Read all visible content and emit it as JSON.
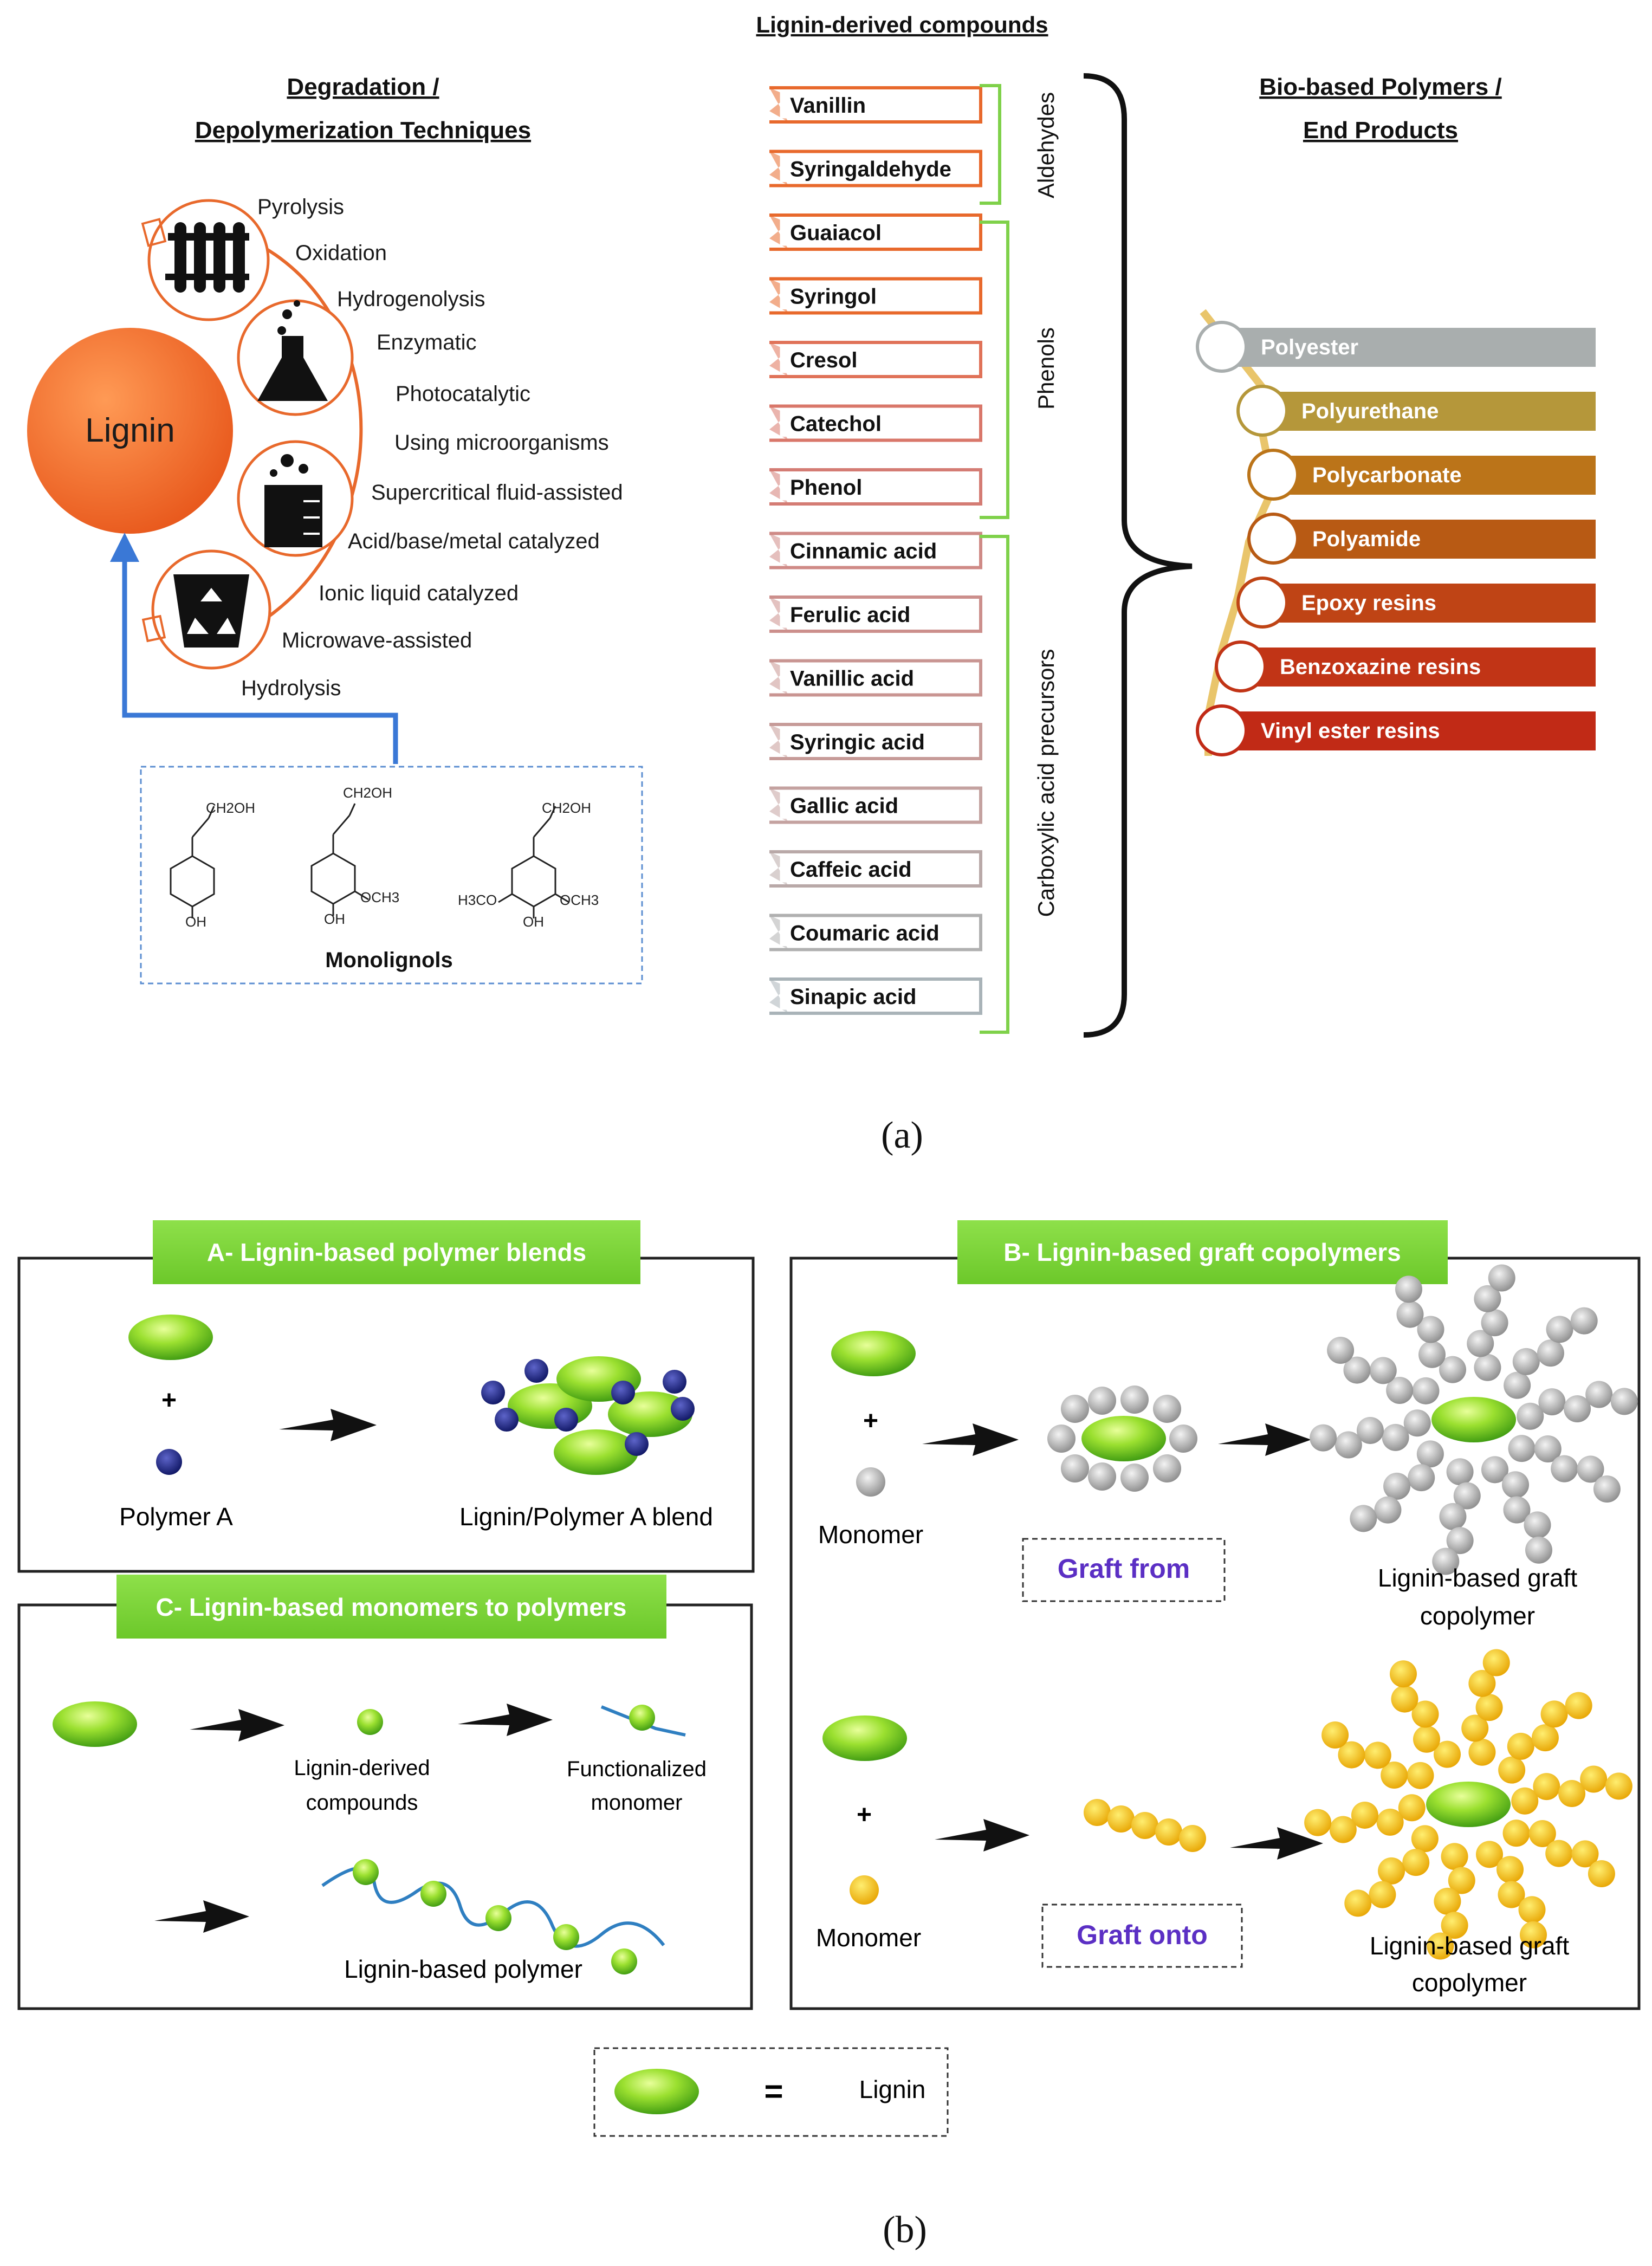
{
  "figure_a": {
    "top_title": "Lignin-derived compounds",
    "left_title_line1": "Degradation /",
    "left_title_line2": "Depolymerization Techniques",
    "right_title_line1": "Bio-based Polymers /",
    "right_title_line2": "End Products",
    "lignin_label": "Lignin",
    "techniques": [
      "Pyrolysis",
      "Oxidation",
      "Hydrogenolysis",
      "Enzymatic",
      "Photocatalytic",
      "Using microorganisms",
      "Supercritical fluid-assisted",
      "Acid/base/metal catalyzed",
      "Ionic liquid catalyzed",
      "Microwave-assisted",
      "Hydrolysis"
    ],
    "monolignols_label": "Monolignols",
    "monolignol_groups": {
      "ch2oh": "CH2OH",
      "oh": "OH",
      "och3": "OCH3",
      "h3co": "H3CO"
    },
    "compounds": [
      {
        "name": "Vanillin",
        "color": "#e8692c"
      },
      {
        "name": "Syringaldehyde",
        "color": "#e8692c"
      },
      {
        "name": "Guaiacol",
        "color": "#e8692c"
      },
      {
        "name": "Syringol",
        "color": "#e8692c"
      },
      {
        "name": "Cresol",
        "color": "#e07258"
      },
      {
        "name": "Catechol",
        "color": "#d9776a"
      },
      {
        "name": "Phenol",
        "color": "#d47c74"
      },
      {
        "name": "Cinnamic acid",
        "color": "#cf8a86"
      },
      {
        "name": "Ferulic acid",
        "color": "#cc8f8c"
      },
      {
        "name": "Vanillic acid",
        "color": "#c99592"
      },
      {
        "name": "Syringic acid",
        "color": "#c69b98"
      },
      {
        "name": "Gallic acid",
        "color": "#c4a2a0"
      },
      {
        "name": "Caffeic acid",
        "color": "#b9a9a8"
      },
      {
        "name": "Coumaric acid",
        "color": "#b0b0b0"
      },
      {
        "name": "Sinapic acid",
        "color": "#a9b3b8"
      }
    ],
    "groups": [
      "Aldehydes",
      "Phenols",
      "Carboxylic acid precursors"
    ],
    "polymers": [
      {
        "name": "Polyester",
        "color": "#a9aeae"
      },
      {
        "name": "Polyurethane",
        "color": "#b5973a"
      },
      {
        "name": "Polycarbonate",
        "color": "#bb7419"
      },
      {
        "name": "Polyamide",
        "color": "#b85a14"
      },
      {
        "name": "Epoxy resins",
        "color": "#bf4415"
      },
      {
        "name": "Benzoxazine resins",
        "color": "#c13416"
      },
      {
        "name": "Vinyl ester resins",
        "color": "#c12a16"
      }
    ],
    "caption": "(a)"
  },
  "figure_b": {
    "panel_a": {
      "title": "A- Lignin-based polymer blends",
      "plus": "+",
      "polymer_label": "Polymer A",
      "blend_label": "Lignin/Polymer A blend"
    },
    "panel_b": {
      "title": "B- Lignin-based graft copolymers",
      "plus": "+",
      "monomer_label": "Monomer",
      "graft_from": "Graft from",
      "graft_onto": "Graft onto",
      "product_line1": "Lignin-based graft",
      "product_line2": "copolymer"
    },
    "panel_c": {
      "title": "C- Lignin-based monomers to polymers",
      "derived_line1": "Lignin-derived",
      "derived_line2": "compounds",
      "func_line1": "Functionalized",
      "func_line2": "monomer",
      "polymer_label": "Lignin-based polymer"
    },
    "legend_equals": "=",
    "legend_label": "Lignin",
    "caption": "(b)"
  }
}
